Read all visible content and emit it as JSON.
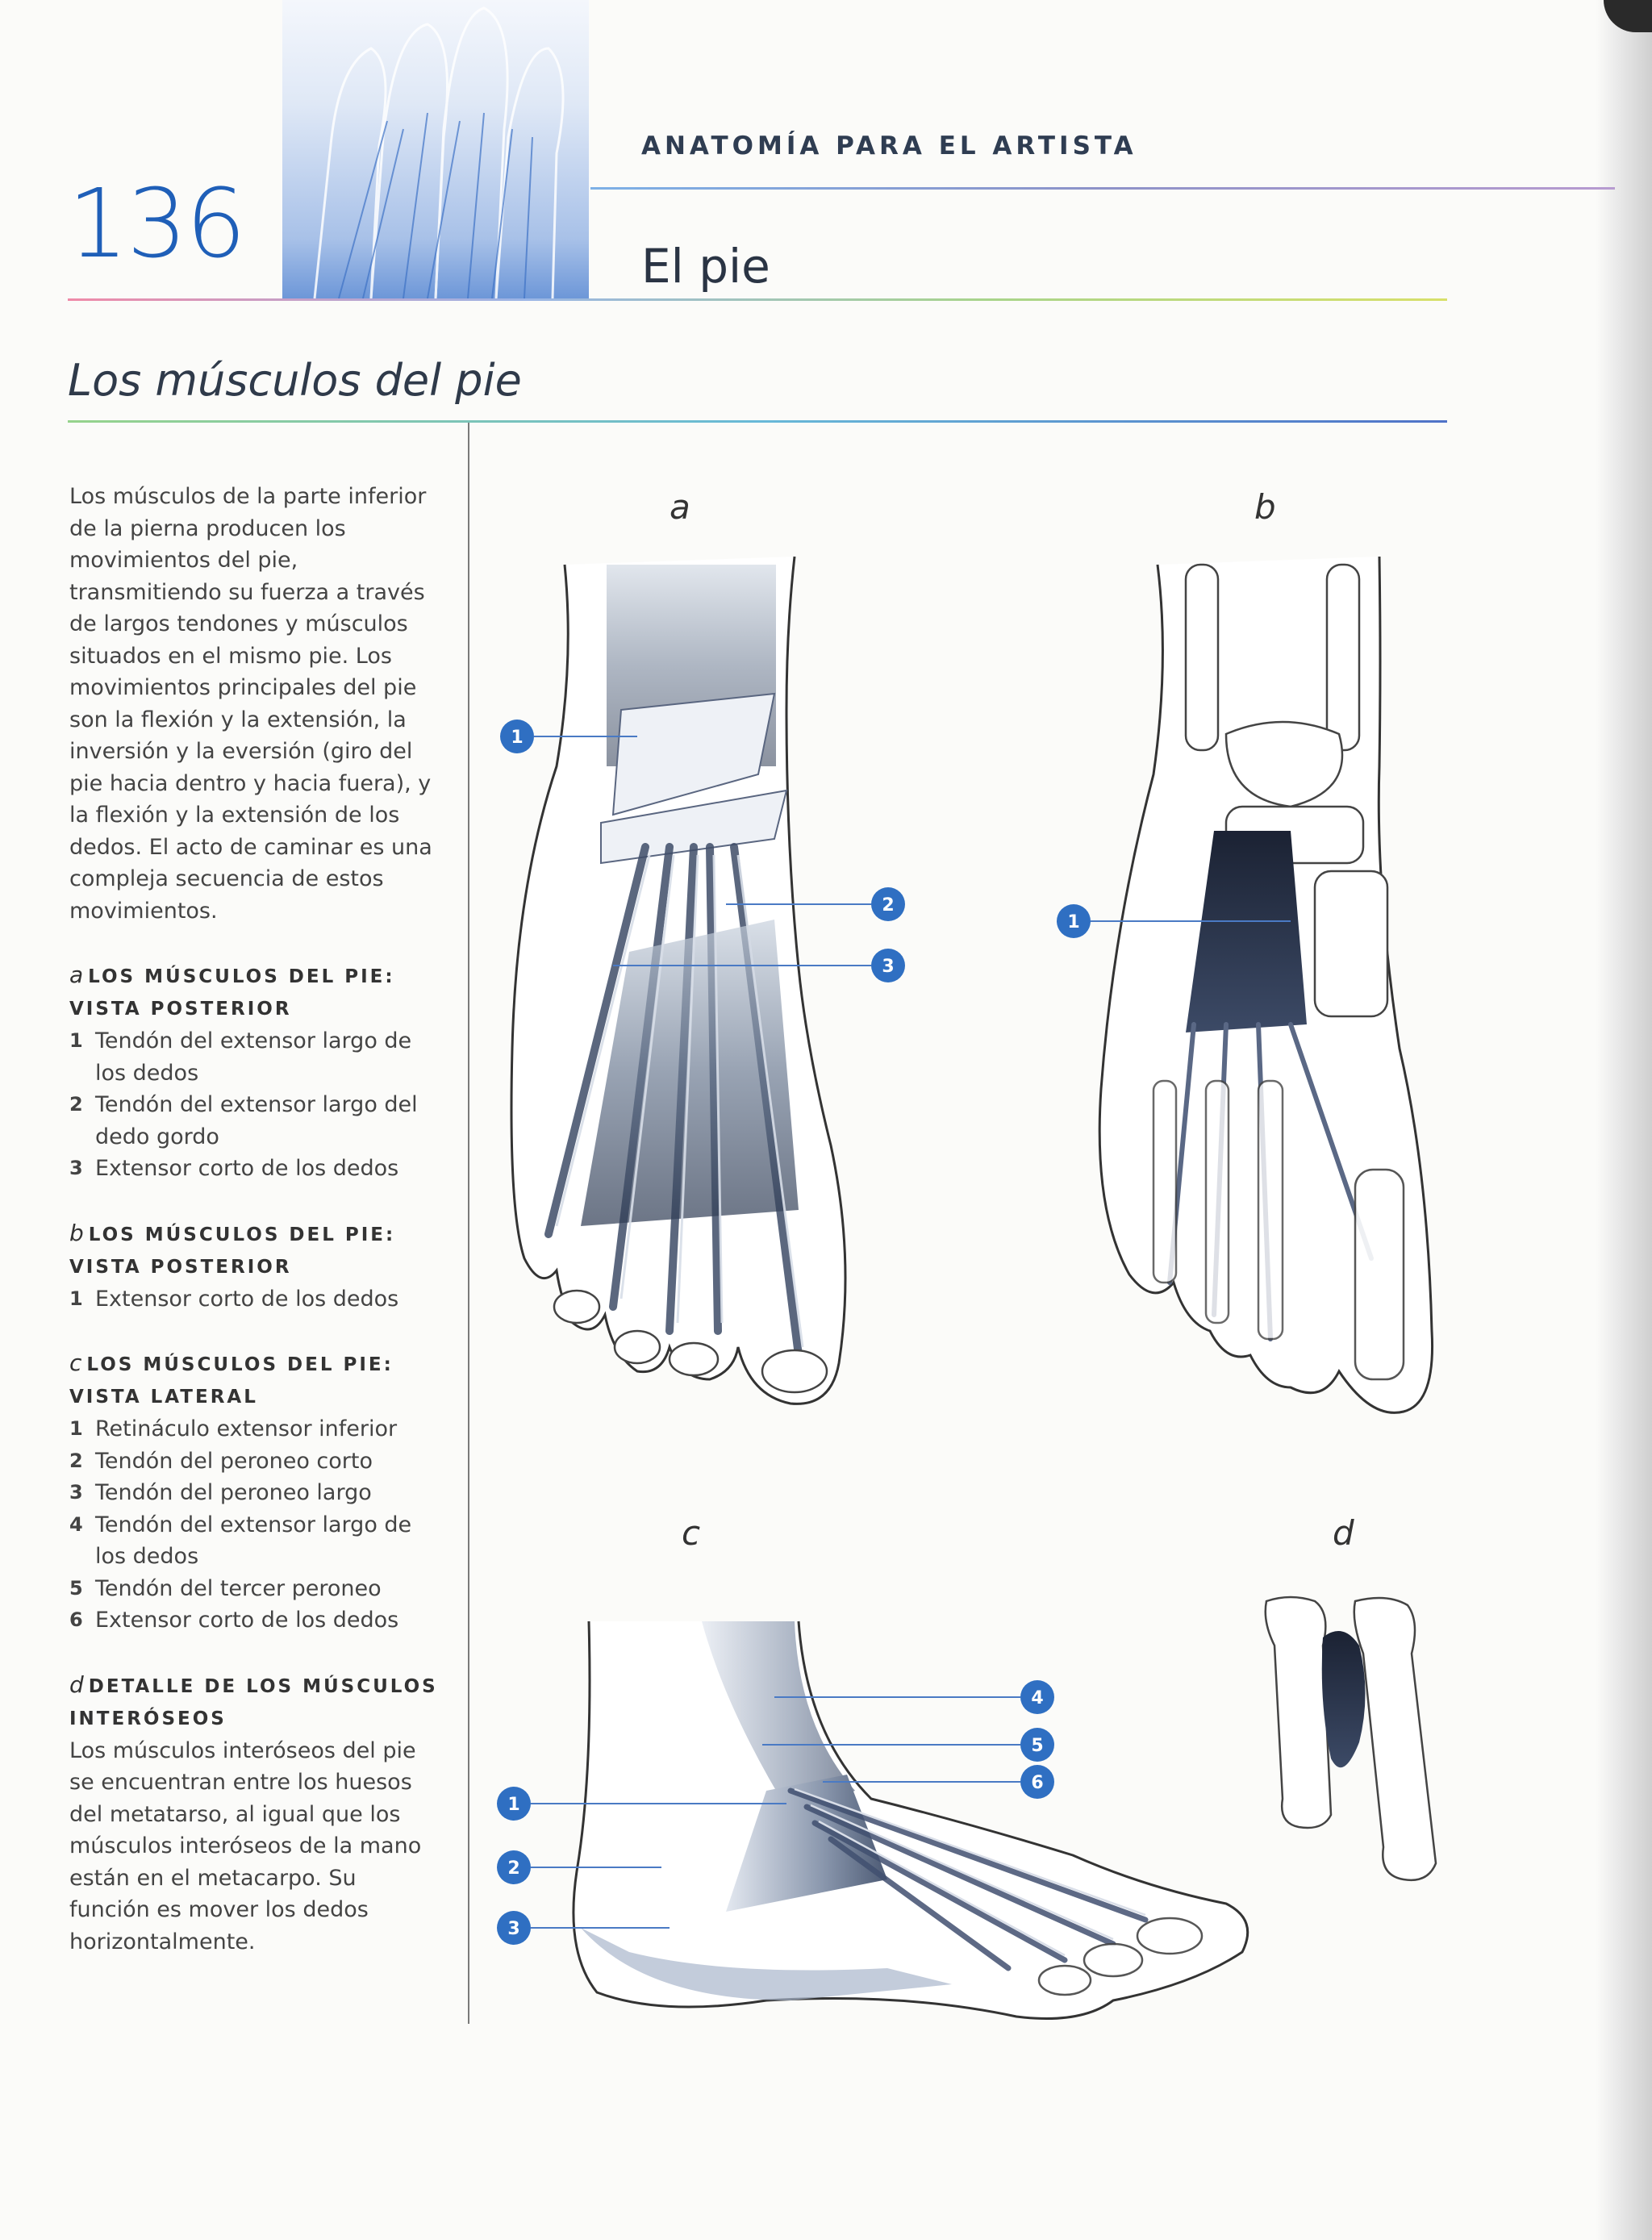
{
  "header": {
    "page_number": "136",
    "running_head": "ANATOMÍA PARA EL ARTISTA",
    "chapter_title": "El pie"
  },
  "section_title": "Los músculos del pie",
  "intro": "Los músculos de la parte inferior de la pierna producen los movimientos del pie, transmitiendo su fuerza a través de largos tendones y músculos situados en el mismo pie. Los movimientos principales del pie son la flexión y la extensión, la inversión y la eversión (giro del pie hacia dentro y hacia fuera), y la flexión y la extensión de los dedos. El acto de caminar es una compleja secuencia de estos movimientos.",
  "legends": [
    {
      "letter": "a",
      "title": "LOS MÚSCULOS DEL PIE: VISTA POSTERIOR",
      "items": [
        {
          "num": "1",
          "text": "Tendón del extensor largo de los dedos"
        },
        {
          "num": "2",
          "text": "Tendón del extensor largo del dedo gordo"
        },
        {
          "num": "3",
          "text": "Extensor corto de los dedos"
        }
      ]
    },
    {
      "letter": "b",
      "title": "LOS MÚSCULOS DEL PIE: VISTA POSTERIOR",
      "items": [
        {
          "num": "1",
          "text": "Extensor corto de los dedos"
        }
      ]
    },
    {
      "letter": "c",
      "title": "LOS MÚSCULOS DEL PIE: VISTA LATERAL",
      "items": [
        {
          "num": "1",
          "text": "Retináculo extensor inferior"
        },
        {
          "num": "2",
          "text": "Tendón del peroneo corto"
        },
        {
          "num": "3",
          "text": "Tendón del peroneo largo"
        },
        {
          "num": "4",
          "text": "Tendón del extensor largo de los dedos"
        },
        {
          "num": "5",
          "text": "Tendón del tercer peroneo"
        },
        {
          "num": "6",
          "text": "Extensor corto de los dedos"
        }
      ]
    },
    {
      "letter": "d",
      "title": "DETALLE DE LOS MÚSCULOS INTERÓSEOS",
      "text": "Los músculos interóseos del pie se encuentran entre los huesos del metatarso, al igual que los músculos interóseos de la mano están en el metacarpo. Su función es mover los dedos horizontalmente.",
      "items": []
    }
  ],
  "figures": {
    "a": {
      "letter": "a",
      "callouts": [
        "1",
        "2",
        "3"
      ]
    },
    "b": {
      "letter": "b",
      "callouts": [
        "1"
      ]
    },
    "c": {
      "letter": "c",
      "callouts": [
        "4",
        "5",
        "6",
        "1",
        "2",
        "3"
      ]
    },
    "d": {
      "letter": "d"
    }
  },
  "colors": {
    "accent_blue": "#2f6fc2",
    "page_number_blue": "#1f5fb8"
  }
}
